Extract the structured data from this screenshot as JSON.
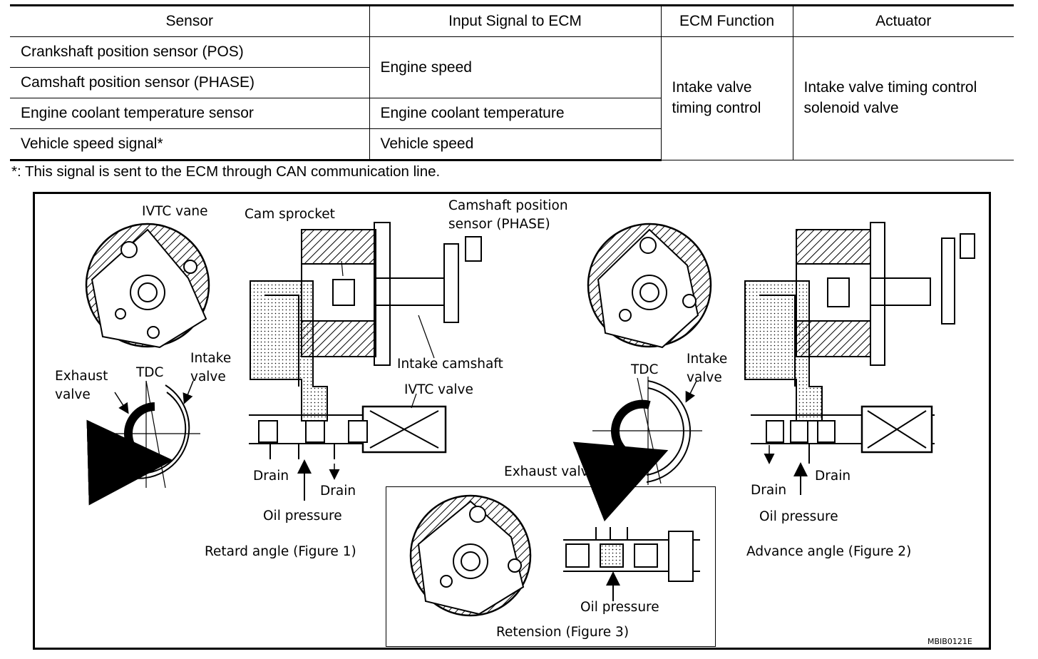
{
  "table": {
    "headers": [
      "Sensor",
      "Input Signal to ECM",
      "ECM Function",
      "Actuator"
    ],
    "sensors": [
      "Crankshaft position sensor (POS)",
      "Camshaft position sensor (PHASE)",
      "Engine coolant temperature sensor",
      "Vehicle speed signal*"
    ],
    "inputs": [
      "Engine speed",
      "Engine coolant temperature",
      "Vehicle speed"
    ],
    "ecm_function": "Intake valve timing control",
    "actuator": "Intake valve timing control solenoid valve"
  },
  "footnote": "*: This signal is sent to the ECM through CAN communication line.",
  "figure": {
    "labels": {
      "ivtc_vane": "IVTC vane",
      "cam_sprocket": "Cam sprocket",
      "cam_sensor": "Camshaft position\nsensor (PHASE)",
      "intake_camshaft": "Intake camshaft",
      "ivtc_valve": "IVTC valve",
      "exhaust_valve_left": "Exhaust\nvalve",
      "tdc_left": "TDC",
      "intake_valve_left": "Intake\nvalve",
      "drain_left_1": "Drain",
      "drain_left_2": "Drain",
      "oil_pressure_left": "Oil pressure",
      "retard_caption": "Retard angle (Figure 1)",
      "tdc_right": "TDC",
      "intake_valve_right": "Intake\nvalve",
      "exhaust_valve_right": "Exhaust valve",
      "drain_right_1": "Drain",
      "drain_right_2": "Drain",
      "oil_pressure_right": "Oil pressure",
      "advance_caption": "Advance angle (Figure 2)",
      "oil_pressure_inset": "Oil pressure",
      "retension_caption": "Retension (Figure 3)",
      "figure_code": "MBIB0121E"
    }
  }
}
